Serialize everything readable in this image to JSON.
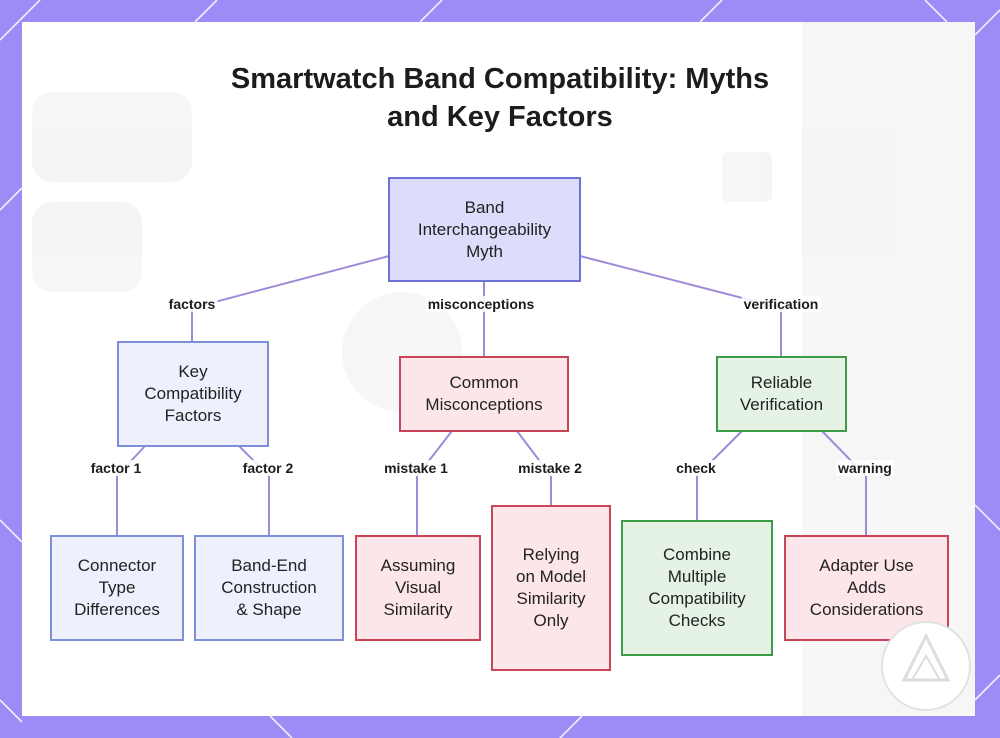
{
  "title": {
    "line1": "Smartwatch Band Compatibility: Myths",
    "line2": "and Key Factors"
  },
  "nodes": {
    "root": {
      "lines": [
        "Band",
        "Interchangeability",
        "Myth"
      ]
    },
    "factors": {
      "lines": [
        "Key",
        "Compatibility",
        "Factors"
      ]
    },
    "misconceptions": {
      "lines": [
        "Common",
        "Misconceptions"
      ]
    },
    "verification": {
      "lines": [
        "Reliable",
        "Verification"
      ]
    },
    "connector": {
      "lines": [
        "Connector",
        "Type",
        "Differences"
      ]
    },
    "band_end": {
      "lines": [
        "Band-End",
        "Construction",
        "& Shape"
      ]
    },
    "visual": {
      "lines": [
        "Assuming",
        "Visual",
        "Similarity"
      ]
    },
    "model": {
      "lines": [
        "Relying",
        "on Model",
        "Similarity",
        "Only"
      ]
    },
    "combine": {
      "lines": [
        "Combine",
        "Multiple",
        "Compatibility",
        "Checks"
      ]
    },
    "adapter": {
      "lines": [
        "Adapter Use",
        "Adds",
        "Considerations"
      ]
    }
  },
  "edge_labels": {
    "factors": "factors",
    "misconceptions": "misconceptions",
    "verification": "verification",
    "factor1": "factor 1",
    "factor2": "factor 2",
    "mistake1": "mistake 1",
    "mistake2": "mistake 2",
    "check": "check",
    "warning": "warning"
  },
  "colors": {
    "frame": "#9f8bf6",
    "edge": "#a08ad8",
    "root_fill": "#dcdcfb",
    "factor_fill": "#eef1fd",
    "misconception_fill": "#fde6ea",
    "verification_fill": "#e5f3e5"
  }
}
